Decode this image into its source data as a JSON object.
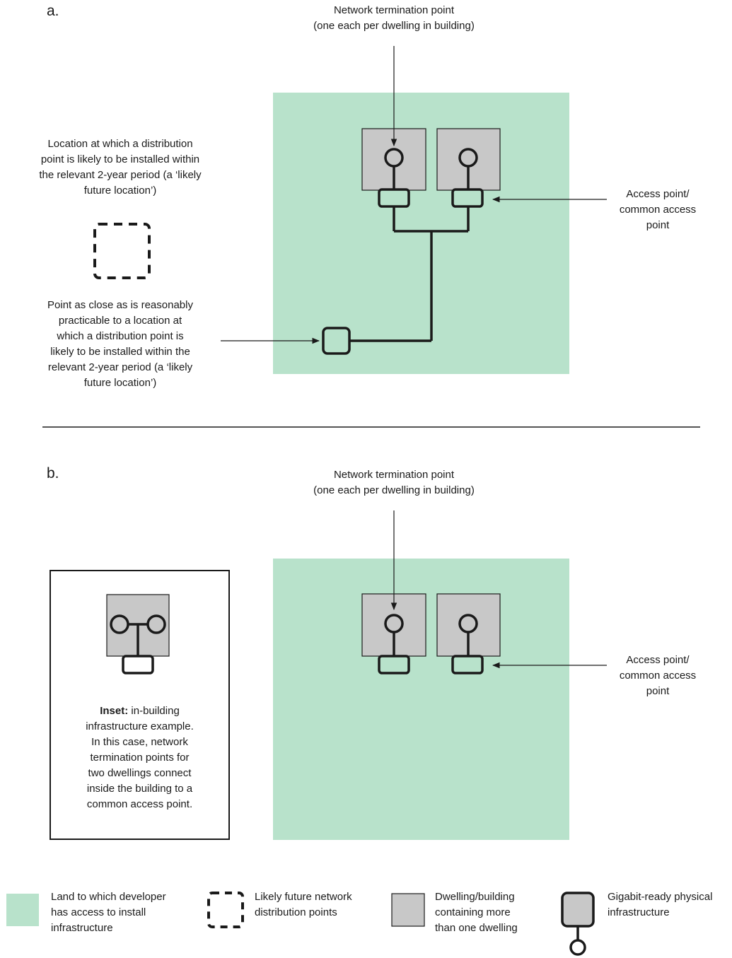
{
  "panel_a": {
    "label": "a.",
    "ntp_label": [
      "Network termination point",
      "(one each per dwelling in building)"
    ],
    "likely_future_label": [
      "Location at which a distribution",
      "point is likely to be installed within",
      "the relevant 2-year period (a ‘likely",
      "future location’)"
    ],
    "close_point_label": [
      "Point as close as is reasonably",
      "practicable to a location at",
      "which a distribution point is",
      "likely to be installed within the",
      "relevant 2-year period (a ‘likely",
      "future location’)"
    ],
    "access_point_label": [
      "Access point/",
      "common access",
      "point"
    ]
  },
  "panel_b": {
    "label": "b.",
    "ntp_label": [
      "Network termination point",
      "(one each per dwelling in building)"
    ],
    "access_point_label": [
      "Access point/",
      "common access",
      "point"
    ],
    "inset_bold": "Inset:",
    "inset_text": [
      " in-building",
      "infrastructure example.",
      "In this case, network",
      "termination points for",
      "two dwellings connect",
      "inside the building to a",
      "common access point."
    ]
  },
  "legend": {
    "land": [
      "Land to which developer",
      "has access to install",
      "infrastructure"
    ],
    "future_dp": [
      "Likely future network",
      "distribution points"
    ],
    "dwelling": [
      "Dwelling/building",
      "containing more",
      "than one dwelling"
    ],
    "gigabit": [
      "Gigabit-ready physical",
      "infrastructure"
    ]
  },
  "colors": {
    "land": "#b8e2cb",
    "building": "#c8c8c8",
    "stroke": "#1a1a1a"
  }
}
